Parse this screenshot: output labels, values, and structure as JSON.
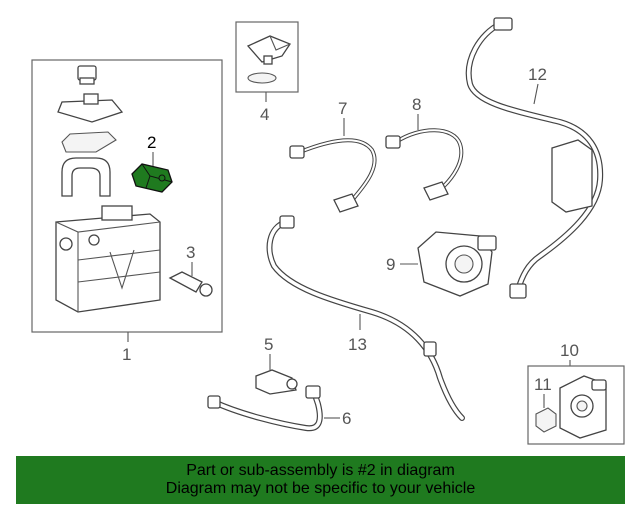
{
  "diagram": {
    "callouts": {
      "c1": "1",
      "c2": "2",
      "c3": "3",
      "c4": "4",
      "c5": "5",
      "c6": "6",
      "c7": "7",
      "c8": "8",
      "c9": "9",
      "c10": "10",
      "c11": "11",
      "c12": "12",
      "c13": "13"
    },
    "highlight_color": "#1f7a1f",
    "highlighted_part": "2"
  },
  "banner": {
    "line1": "Part or sub-assembly is #2 in diagram",
    "line2": "Diagram may not be specific to your vehicle",
    "background": "#1f7a1f"
  }
}
